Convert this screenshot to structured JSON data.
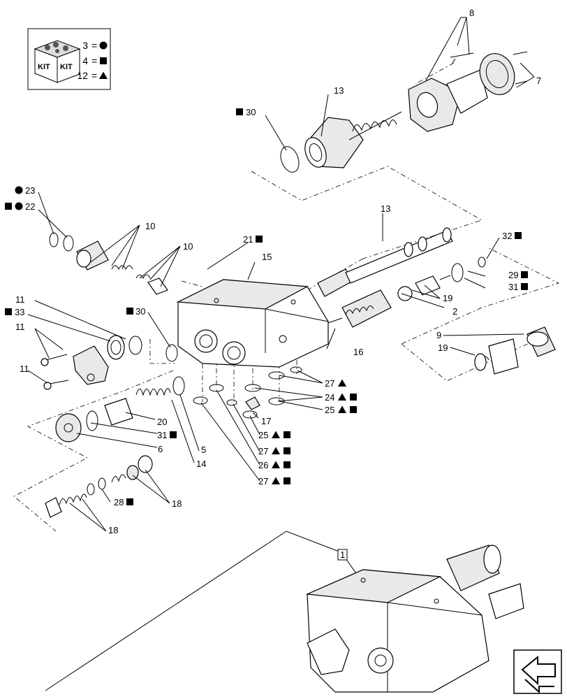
{
  "legend": {
    "kit_word": "KIT",
    "items": [
      {
        "number": "3",
        "eq": "=",
        "symbol": "circle"
      },
      {
        "number": "4",
        "eq": "=",
        "symbol": "square"
      },
      {
        "number": "12",
        "eq": "=",
        "symbol": "triangle"
      }
    ]
  },
  "callouts": {
    "c8": "8",
    "c7": "7",
    "c13a": "13",
    "c30a": "30",
    "c23": "23",
    "c22": "22",
    "c10a": "10",
    "c10b": "10",
    "c13b": "13",
    "c21": "21",
    "c15": "15",
    "c32": "32",
    "c29": "29",
    "c31a": "31",
    "c19a": "19",
    "c2": "2",
    "c11a": "11",
    "c33": "33",
    "c11b": "11",
    "c11c": "11",
    "c30b": "30",
    "c16": "16",
    "c9": "9",
    "c19b": "19",
    "c27a": "27",
    "c24": "24",
    "c25a": "25",
    "c17": "17",
    "c25b": "25",
    "c27b": "27",
    "c26": "26",
    "c27c": "27",
    "c20": "20",
    "c31b": "31",
    "c6": "6",
    "c5": "5",
    "c14": "14",
    "c28": "28",
    "c18a": "18",
    "c18b": "18",
    "c1": "1"
  },
  "nav": {
    "icon": "next-page-arrow-icon"
  }
}
